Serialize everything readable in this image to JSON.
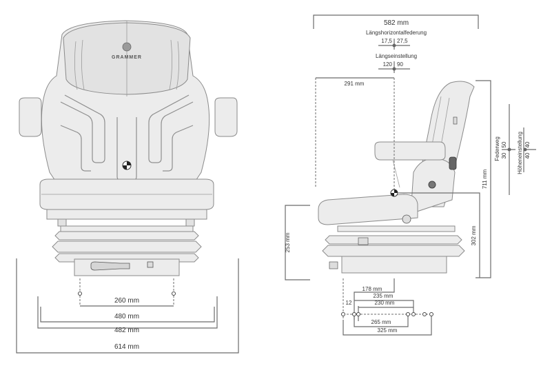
{
  "brand": "GRAMMER",
  "front_view": {
    "dimensions": {
      "mount_holes": "260 mm",
      "inner_width": "480 mm",
      "mid_width": "482 mm",
      "overall_width": "614 mm"
    }
  },
  "side_view": {
    "dimensions": {
      "overall_depth": "582 mm",
      "reference_depth": "291 mm",
      "overall_height": "711 mm",
      "seat_height": "302 mm",
      "base_height": "253 mm",
      "rail_178": "178 mm",
      "rail_235": "235 mm",
      "rail_230": "230 mm",
      "rail_12": "12",
      "rail_265": "265 mm",
      "rail_325": "325 mm"
    },
    "adjustments": {
      "horizontal_suspension": {
        "label": "Längshorizontalfederung",
        "back": "17,5",
        "forward": "27,5"
      },
      "fore_aft": {
        "label": "Längseinstellung",
        "back": "120",
        "forward": "90"
      },
      "suspension_travel": {
        "label": "Federweg",
        "up": "50",
        "down": "30"
      },
      "height_adjustment": {
        "label": "Höheneinstellung",
        "up": "40",
        "down": "40"
      }
    }
  }
}
